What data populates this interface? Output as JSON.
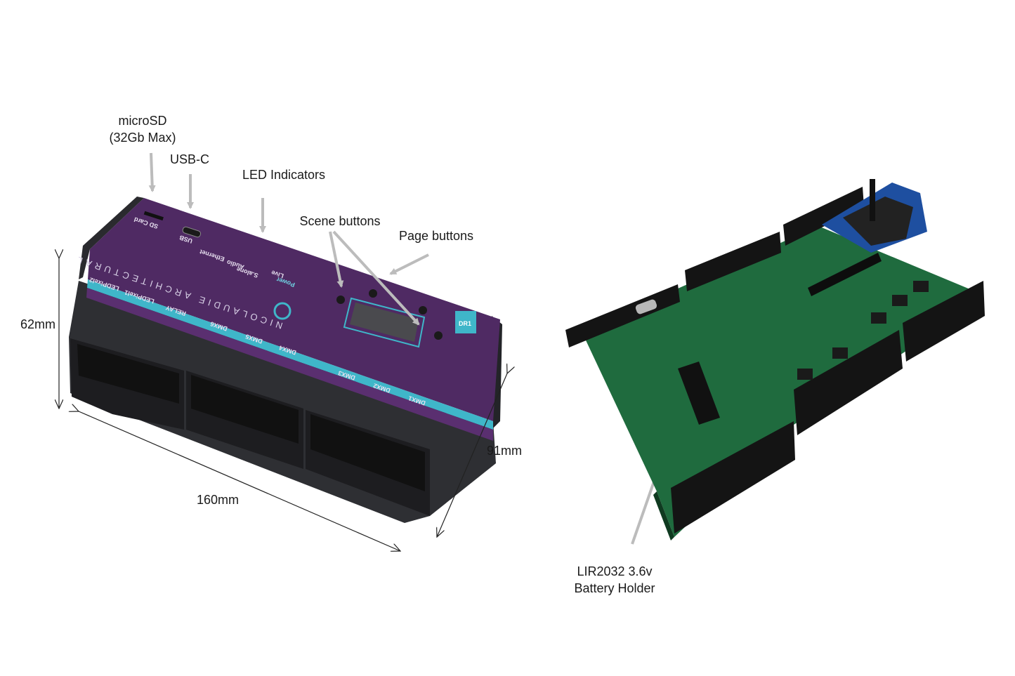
{
  "colors": {
    "device_top": "#4f2a63",
    "device_body": "#2e2f33",
    "teal_accent": "#3fb6c9",
    "pcb_green": "#1f6b3e",
    "terminal_black": "#141414",
    "arrow_gray": "#bcbcbc"
  },
  "callouts": {
    "microsd": [
      "microSD",
      "(32Gb Max)"
    ],
    "usbc": "USB-C",
    "led": "LED Indicators",
    "scene": "Scene buttons",
    "page": "Page buttons",
    "battery": [
      "LIR2032 3.6v",
      "Battery Holder"
    ]
  },
  "dimensions": {
    "height": "62mm",
    "length": "160mm",
    "depth": "91mm"
  },
  "device": {
    "brand": "NICOLAUDIE ARCHITECTURAL",
    "model_badge": "DR1",
    "sd_label": "SD Card",
    "usb_label": "USB",
    "leds": [
      "Ethernet",
      "Audio",
      "S.alone",
      "Live",
      "Power"
    ],
    "ports": [
      "LEDPixel2",
      "LEDPixel1",
      "RELAY",
      "DMX6",
      "DMX5",
      "DMX4",
      "DMX3",
      "DMX2",
      "DMX1"
    ]
  }
}
